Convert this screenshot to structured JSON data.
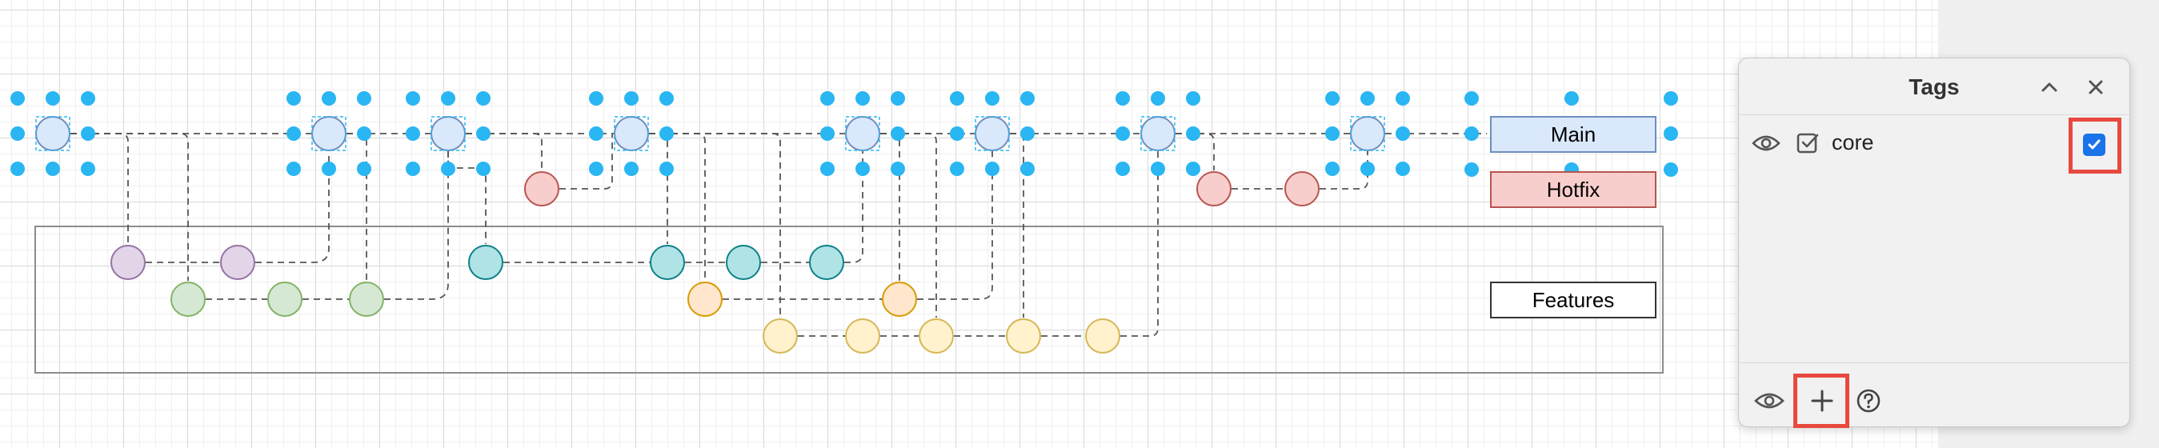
{
  "diagram": {
    "lanes": [
      {
        "label": "Main",
        "fill": "#dae8fc",
        "stroke": "#6c8ebf"
      },
      {
        "label": "Hotfix",
        "fill": "#f8cecc",
        "stroke": "#b85450"
      },
      {
        "label": "Features",
        "fill": "#ffffff",
        "stroke": "#333333"
      }
    ],
    "selection_color": "#29b6f2"
  },
  "tags_panel": {
    "title": "Tags",
    "tags": [
      {
        "name": "core",
        "visible": true,
        "checked": true
      }
    ],
    "icons": {
      "collapse": "chevron-up-icon",
      "close": "close-icon",
      "visibility": "eye-icon",
      "tag_checkbox": "checkbox-icon",
      "footer_visibility": "eye-icon",
      "add": "plus-icon",
      "help": "help-icon"
    },
    "highlight_color": "#e8493f",
    "checkbox_color": "#1a73e8"
  }
}
